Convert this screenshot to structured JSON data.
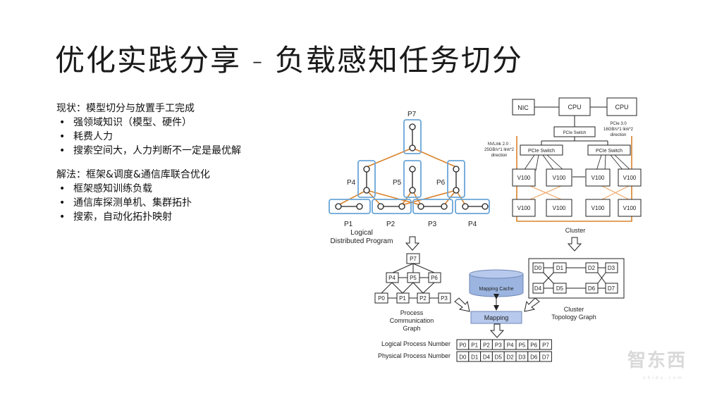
{
  "title": "优化实践分享 - 负载感知任务切分",
  "current": {
    "heading": "现状：模型切分与放置手工完成",
    "bullets": [
      "强领域知识（模型、硬件）",
      "耗费人力",
      "搜索空间大，人力判断不一定是最优解"
    ]
  },
  "solution": {
    "heading": "解法：框架&调度&通信库联合优化",
    "bullets": [
      "框架感知训练负载",
      "通信库探测单机、集群拓扑",
      "搜索，自动化拓扑映射"
    ]
  },
  "tree": {
    "root": "P7",
    "mid": [
      "P4",
      "P5",
      "P6"
    ],
    "leaves": [
      "P1",
      "P2",
      "P3",
      "P4"
    ],
    "caption": [
      "Logical",
      "Distributed Program"
    ]
  },
  "hardware": {
    "nic": "NIC",
    "cpu": [
      "CPU",
      "CPU"
    ],
    "pcie_switch_top": "PCIe Switch",
    "pcie_switch": [
      "PCIe Switch",
      "PCIe Switch"
    ],
    "gpu": "V100",
    "pcie_note": [
      "PCIe 3.0",
      "16GB/s*1 link*2",
      "direction"
    ],
    "nvlink_note": [
      "NVLink 2.0 :",
      "25GB/s*1 link*2",
      "direction"
    ],
    "caption": "Cluster"
  },
  "pcg": {
    "nodes": [
      "P7",
      "P4",
      "P5",
      "P6",
      "P0",
      "P1",
      "P2",
      "P3"
    ],
    "caption": [
      "Process",
      "Communication",
      "Graph"
    ]
  },
  "ctg": {
    "nodes": [
      "D0",
      "D1",
      "D2",
      "D3",
      "D4",
      "D5",
      "D6",
      "D7"
    ],
    "caption": [
      "Cluster",
      "Topology Graph"
    ]
  },
  "mapping": {
    "cache": "Mapping Cache",
    "label": "Mapping"
  },
  "table": {
    "logical_label": "Logical Process Number",
    "physical_label": "Physical Process Number",
    "logical": [
      "P0",
      "P1",
      "P2",
      "P3",
      "P4",
      "P5",
      "P6",
      "P7"
    ],
    "physical": [
      "D0",
      "D1",
      "D4",
      "D5",
      "D2",
      "D3",
      "D6",
      "D7"
    ]
  },
  "colors": {
    "orange": "#d9822b",
    "blue": "#6aa6d8",
    "nvlink": "#f0a868"
  },
  "watermark": "智东西",
  "watermark_sub": "zhidx.com"
}
